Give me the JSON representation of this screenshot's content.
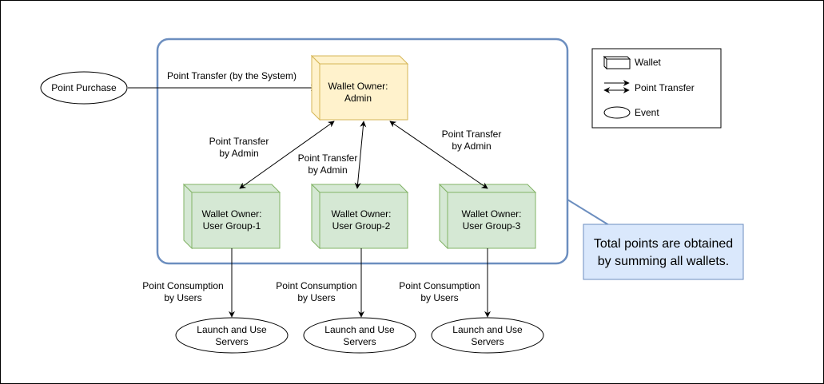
{
  "events": {
    "point_purchase": "Point Purchase",
    "launch_1": [
      "Launch and Use",
      "Servers"
    ],
    "launch_2": [
      "Launch and Use",
      "Servers"
    ],
    "launch_3": [
      "Launch and Use",
      "Servers"
    ]
  },
  "wallets": {
    "admin": [
      "Wallet Owner:",
      "Admin"
    ],
    "group_1": [
      "Wallet Owner:",
      "User Group-1"
    ],
    "group_2": [
      "Wallet Owner:",
      "User Group-2"
    ],
    "group_3": [
      "Wallet Owner:",
      "User Group-3"
    ]
  },
  "edges": {
    "system_transfer": "Point Transfer (by the System)",
    "admin_transfer_1": [
      "Point Transfer",
      "by Admin"
    ],
    "admin_transfer_2": [
      "Point Transfer",
      "by Admin"
    ],
    "admin_transfer_3": [
      "Point Transfer",
      "by Admin"
    ],
    "consumption_1": [
      "Point Consumption",
      "by Users"
    ],
    "consumption_2": [
      "Point Consumption",
      "by Users"
    ],
    "consumption_3": [
      "Point Consumption",
      "by Users"
    ]
  },
  "legend": {
    "wallet": "Wallet",
    "transfer": "Point Transfer",
    "event": "Event"
  },
  "note": [
    "Total points are obtained",
    "by summing all wallets."
  ],
  "colors": {
    "admin_fill": "#fff2cc",
    "admin_stroke": "#d6b656",
    "group_fill": "#d5e8d4",
    "group_stroke": "#82b366",
    "container_stroke": "#6c8ebf",
    "note_fill": "#dae8fc"
  }
}
